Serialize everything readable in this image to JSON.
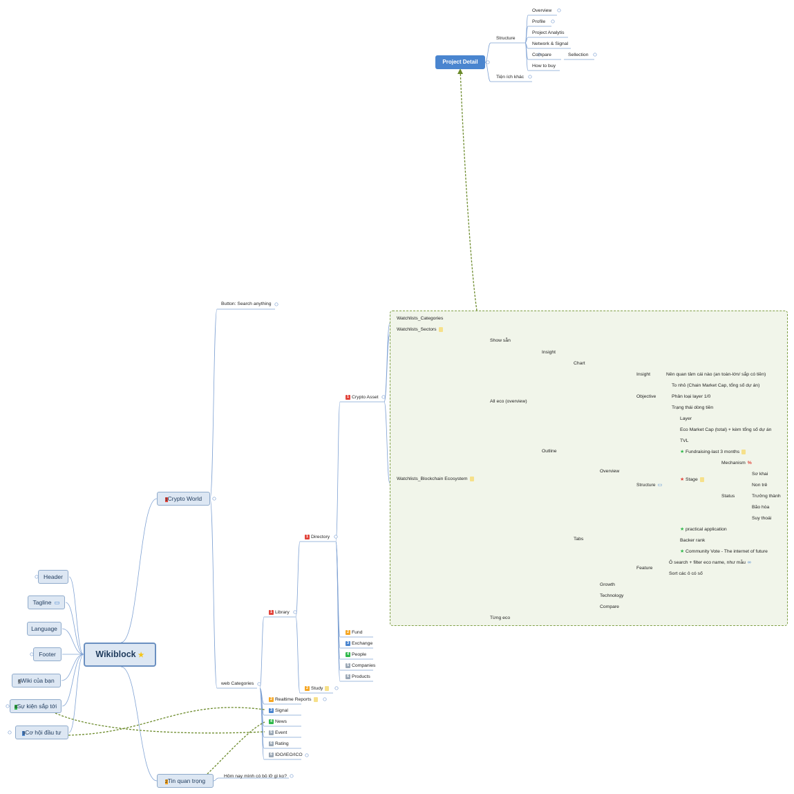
{
  "root": {
    "label": "Wikiblock"
  },
  "project_detail": {
    "label": "Project Detail",
    "structure": "Structure",
    "overview": "Overview",
    "profile": "Profile",
    "analytis": "Project Analytis",
    "network": "Network & Signal",
    "compare": "Compare",
    "selection": "Sellection",
    "how_to_buy": "How to buy",
    "tien_ich": "Tiện ích khác"
  },
  "left": {
    "header": "Header",
    "tagline": "Tagline",
    "language": "Language",
    "footer": "Footer",
    "wiki": "Wiki của bạn",
    "wiki_badge": "6",
    "su_kien": "Sự kiện sắp tới",
    "su_kien_badge": "4",
    "co_hoi": "Cơ hội đầu tư",
    "co_hoi_badge": "3"
  },
  "crypto_world": {
    "label": "Crypto World",
    "badge": "1",
    "search": "Button: Search anything",
    "web_categories": "web Categories",
    "library": "Library",
    "library_badge": "1",
    "directory": "Directory",
    "directory_badge": "1",
    "study": "Study",
    "study_badge": "2",
    "crypto_asset": "Crypto Asset",
    "crypto_asset_badge": "1",
    "fund": "Fund",
    "fund_badge": "2",
    "exchange": "Exchange",
    "exchange_badge": "3",
    "people": "People",
    "people_badge": "4",
    "companies": "Companies",
    "companies_badge": "5",
    "products": "Products",
    "products_badge": "6",
    "realtime": "Realtime Reports",
    "realtime_badge": "2",
    "signal": "Signal",
    "signal_badge": "3",
    "news": "News",
    "news_badge": "4",
    "event": "Event",
    "event_badge": "5",
    "rating": "Rating",
    "rating_badge": "6",
    "ido": "IDO/IEO/ICO",
    "ido_badge": "6"
  },
  "tin_quan_trong": {
    "label": "Tin quan trọng",
    "badge": "2",
    "child": "Hôm nay mình có bỏ lỡ gì ko?"
  },
  "watchlists": {
    "categories": "Watchlists_Categories",
    "sectors": "Watchlists_Sectors",
    "ecosystem": "Watchlists_Blockchain Ecosystem",
    "show_san": "Show sẵn",
    "all_eco": "All eco (overview)",
    "tung_eco": "Từng eco",
    "insight": "Insight",
    "outline": "Outline",
    "chart": "Chart",
    "tabs": "Tabs",
    "overview": "Overview",
    "growth": "Growth",
    "technology": "Technology",
    "compare": "Compare",
    "ov_insight": "Insight",
    "ov_insight_c": "Nên quan tâm cái nào (an toàn-lớn/ sắp có tiền)",
    "objective": "Objective",
    "obj1": "To nhỏ (Chain Market Cap, tổng số dự án)",
    "obj2": "Phân loại layer 1/0",
    "obj3": "Trạng thái dòng tiền",
    "structure": "Structure",
    "layer": "Layer",
    "eco_mc": "Eco Market Cap (total) + kèm tổng số dự án",
    "tvl": "TVL",
    "fundraising": "Fundraising-last 3 months",
    "stage": "Stage",
    "mechanism": "Mechanism",
    "status": "Status",
    "so_khai": "Sơ khai",
    "non_tre": "Non trẻ",
    "truong_thanh": "Trưởng thành",
    "bao_hoa": "Bão hòa",
    "suy_thoai": "Suy thoái",
    "practical": "practical application",
    "backer": "Backer rank",
    "community": "Community Vote - The internet of future",
    "feature": "Feature",
    "feat1": "Ô search + filter eco name, như mẫu",
    "feat2": "Sort các ô có số"
  },
  "colors": {
    "line": "#7ea1d3",
    "badge_red": "#e2453c",
    "badge_orange": "#f5a623",
    "badge_blue": "#4a85cf",
    "badge_green": "#2fb84a",
    "badge_gray": "#9aa7b5",
    "link": "#6b8a2a",
    "star": "#2fb84a",
    "star_red": "#e2453c"
  }
}
